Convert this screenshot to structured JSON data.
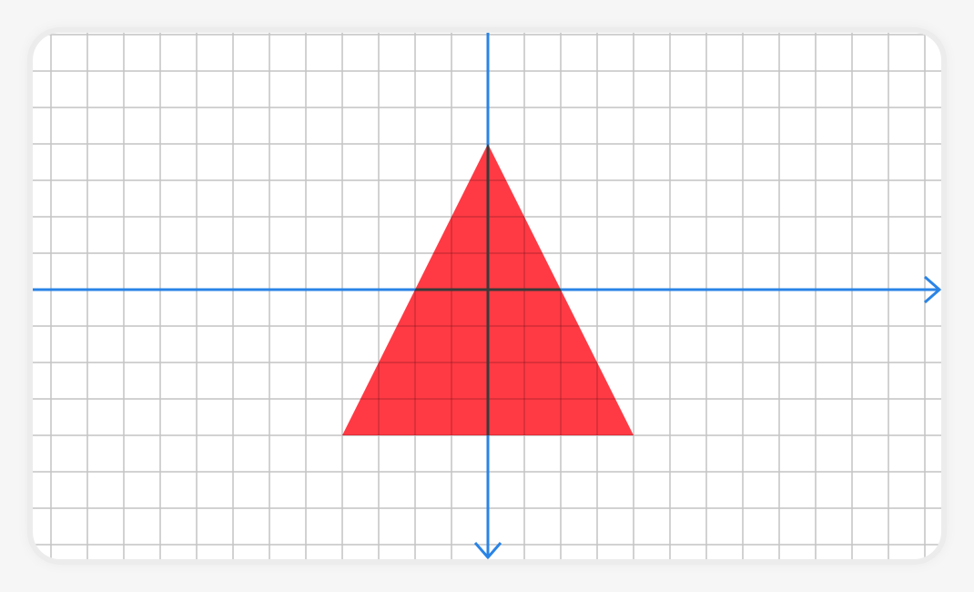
{
  "canvas": {
    "background": "#ffffff",
    "page_background": "#f6f6f6",
    "grid_color": "#c4c4c4"
  },
  "axes": {
    "color": "#2a84e6",
    "x_arrow_icon": "arrow-right-icon",
    "y_arrow_icon": "arrow-down-icon"
  },
  "shape": {
    "type": "triangle",
    "fill": "#ff3a44",
    "overlay_line_color": "#3a3a3a",
    "apex": [
      0,
      4
    ],
    "base_left": [
      -4,
      -4
    ],
    "base_right": [
      4,
      -4
    ]
  }
}
